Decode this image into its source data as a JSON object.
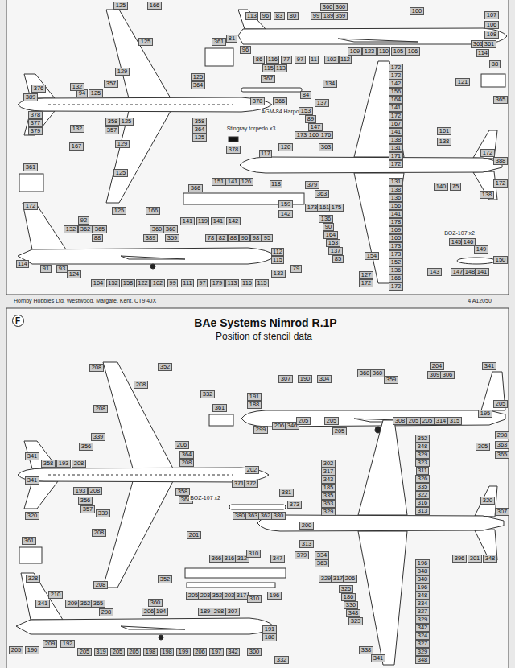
{
  "diagram": {
    "title": "BAe Systems Nimrod R.1P",
    "labels": [
      "125",
      "166",
      "125",
      "361",
      "129",
      "125",
      "364",
      "357",
      "94",
      "125",
      "376",
      "132",
      "389",
      "378",
      "377",
      "379",
      "358",
      "125",
      "357",
      "132",
      "358",
      "364",
      "125",
      "129",
      "167",
      "361",
      "125",
      "125",
      "166",
      "367",
      "378",
      "366",
      "AGM-84 Harpoon",
      "Stingray torpedo x3",
      "378",
      "366",
      "151",
      "141",
      "126",
      "159",
      "142",
      "141",
      "119",
      "141",
      "142",
      "172",
      "92",
      "132",
      "362",
      "365",
      "88",
      "360",
      "360",
      "389",
      "359",
      "78",
      "82",
      "88",
      "96",
      "98",
      "95",
      "112",
      "115",
      "114",
      "91",
      "93",
      "124",
      "104",
      "152",
      "158",
      "122",
      "102",
      "99",
      "111",
      "97",
      "179",
      "113",
      "116",
      "115",
      "133",
      "79",
      "113",
      "96",
      "83",
      "80",
      "99",
      "189",
      "359",
      "360",
      "360",
      "100",
      "107",
      "106",
      "108",
      "361",
      "361",
      "114",
      "81",
      "96",
      "86",
      "116",
      "77",
      "97",
      "11",
      "102",
      "112",
      "109",
      "123",
      "110",
      "105",
      "106",
      "115",
      "113",
      "88",
      "121",
      "365",
      "134",
      "84",
      "137",
      "153",
      "89",
      "147",
      "173",
      "160",
      "176",
      "363",
      "172",
      "172",
      "142",
      "156",
      "164",
      "141",
      "172",
      "167",
      "141",
      "138",
      "131",
      "171",
      "172",
      "101",
      "138",
      "172",
      "388",
      "172",
      "140",
      "75",
      "138",
      "117",
      "120",
      "118",
      "379",
      "363",
      "173",
      "161",
      "175",
      "131",
      "138",
      "136",
      "156",
      "141",
      "178",
      "169",
      "165",
      "173",
      "173",
      "152",
      "136",
      "166",
      "172",
      "136",
      "90",
      "164",
      "153",
      "137",
      "85",
      "127",
      "172",
      "154",
      "BOZ-107 x2",
      "145",
      "146",
      "149",
      "150",
      "143",
      "147",
      "148",
      "141",
      "Hornby Hobbies Ltd, Westwood, Margate, Kent, CT9 4JX",
      "4 A12050",
      "F",
      "Position of stencil data",
      "208",
      "352",
      "208",
      "332",
      "361",
      "208",
      "191",
      "188",
      "307",
      "190",
      "304",
      "360",
      "360",
      "359",
      "204",
      "309",
      "306",
      "341",
      "205",
      "195",
      "299",
      "206",
      "346",
      "205",
      "205",
      "308",
      "205",
      "205",
      "314",
      "315",
      "205",
      "339",
      "356",
      "341",
      "358",
      "193",
      "208",
      "206",
      "364",
      "208",
      "341",
      "193",
      "208",
      "356",
      "357",
      "339",
      "358",
      "364",
      "320",
      "208",
      "361",
      "208",
      "352",
      "202",
      "371",
      "372",
      "381",
      "BOZ-107 x2",
      "380",
      "363",
      "362",
      "380",
      "373",
      "201",
      "366",
      "316",
      "312",
      "310",
      "347",
      "205",
      "203",
      "352",
      "203",
      "317",
      "310",
      "196",
      "328",
      "210",
      "341",
      "209",
      "362",
      "365",
      "298",
      "360",
      "206",
      "194",
      "189",
      "298",
      "307",
      "191",
      "188",
      "205",
      "196",
      "209",
      "192",
      "205",
      "319",
      "205",
      "205",
      "198",
      "198",
      "199",
      "206",
      "197",
      "342",
      "300",
      "332",
      "352",
      "348",
      "329",
      "323",
      "311",
      "326",
      "335",
      "322",
      "316",
      "313",
      "302",
      "317",
      "343",
      "185",
      "335",
      "353",
      "329",
      "305",
      "298",
      "363",
      "365",
      "320",
      "307",
      "396",
      "301",
      "348",
      "313",
      "379",
      "334",
      "363",
      "329",
      "317",
      "206",
      "325",
      "186",
      "330",
      "348",
      "323",
      "196",
      "348",
      "340",
      "196",
      "348",
      "334",
      "327",
      "329",
      "342",
      "324",
      "327",
      "329",
      "348",
      "338",
      "341",
      "200"
    ]
  }
}
